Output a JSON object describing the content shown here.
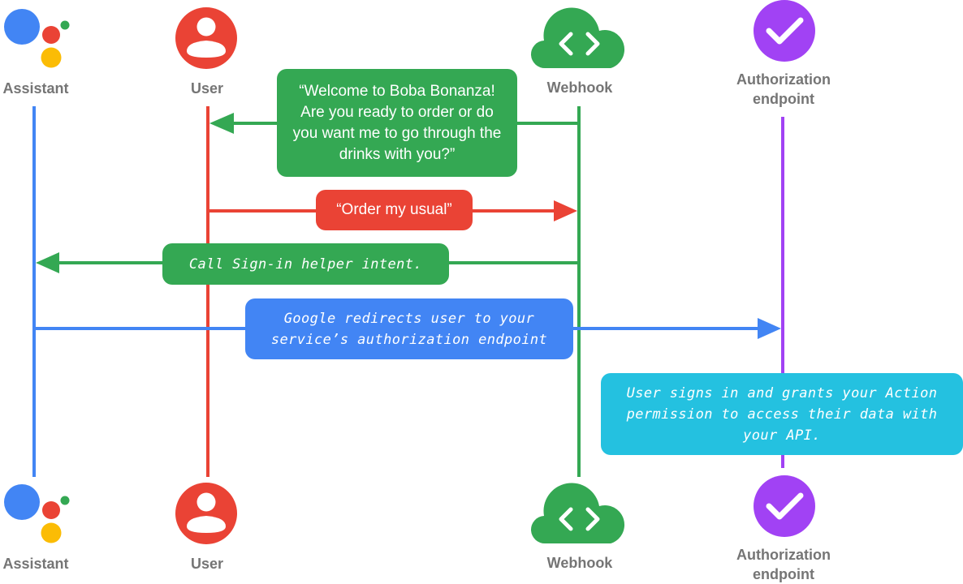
{
  "actors": {
    "assistant": {
      "label": "Assistant",
      "color": "#4285f4"
    },
    "user": {
      "label": "User",
      "color": "#ea4335"
    },
    "webhook": {
      "label": "Webhook",
      "color": "#34a853"
    },
    "auth_endpoint": {
      "label_line1": "Authorization",
      "label_line2": "endpoint",
      "color": "#a142f4"
    }
  },
  "messages": [
    {
      "id": "welcome",
      "from": "webhook",
      "to": "user",
      "text": "“Welcome to Boba Bonanza! Are you ready to order or do you want me to go through the drinks with you?”",
      "color": "#34a853"
    },
    {
      "id": "order",
      "from": "user",
      "to": "webhook",
      "text": "“Order my usual”",
      "color": "#ea4335"
    },
    {
      "id": "signin",
      "from": "webhook",
      "to": "assistant",
      "text": "Call Sign-in helper intent.",
      "color": "#34a853"
    },
    {
      "id": "redirect",
      "from": "assistant",
      "to": "auth_endpoint",
      "text": "Google redirects user to your service’s authorization endpoint",
      "color": "#4285f4"
    },
    {
      "id": "grant",
      "text": "User signs in and grants your Action permission to access their data with your API.",
      "color": "#24c1e0"
    }
  ],
  "icons": {
    "assistant": "google-assistant-logo",
    "user": "person-avatar-icon",
    "webhook": "cloud-code-icon",
    "auth_endpoint": "checkmark-circle-icon"
  }
}
